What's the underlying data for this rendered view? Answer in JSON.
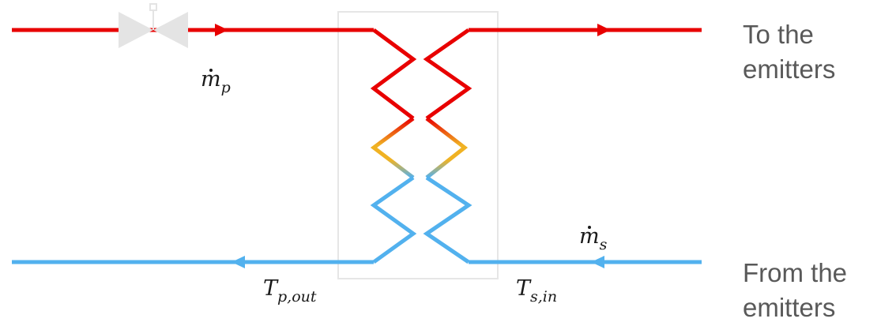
{
  "labels": {
    "top_right": [
      "To the",
      "emitters"
    ],
    "bottom_right": [
      "From the",
      "emitters"
    ],
    "primary_mass_flow": {
      "symbol": "m",
      "sub": "p"
    },
    "secondary_mass_flow": {
      "symbol": "m",
      "sub": "s"
    },
    "primary_outlet_temp": {
      "symbol": "T",
      "sub": "p,out"
    },
    "secondary_inlet_temp": {
      "symbol": "T",
      "sub": "s,in"
    }
  },
  "colors": {
    "hot": "#e80000",
    "cold": "#52b1ee",
    "mid": "#f0b223",
    "valve": "#e4e4e4",
    "exchanger_box": "#e6e6e6",
    "text": "#595959"
  },
  "icons": {
    "valve": "gate-valve-icon",
    "flow_arrows": "triangle-arrow-icon"
  }
}
